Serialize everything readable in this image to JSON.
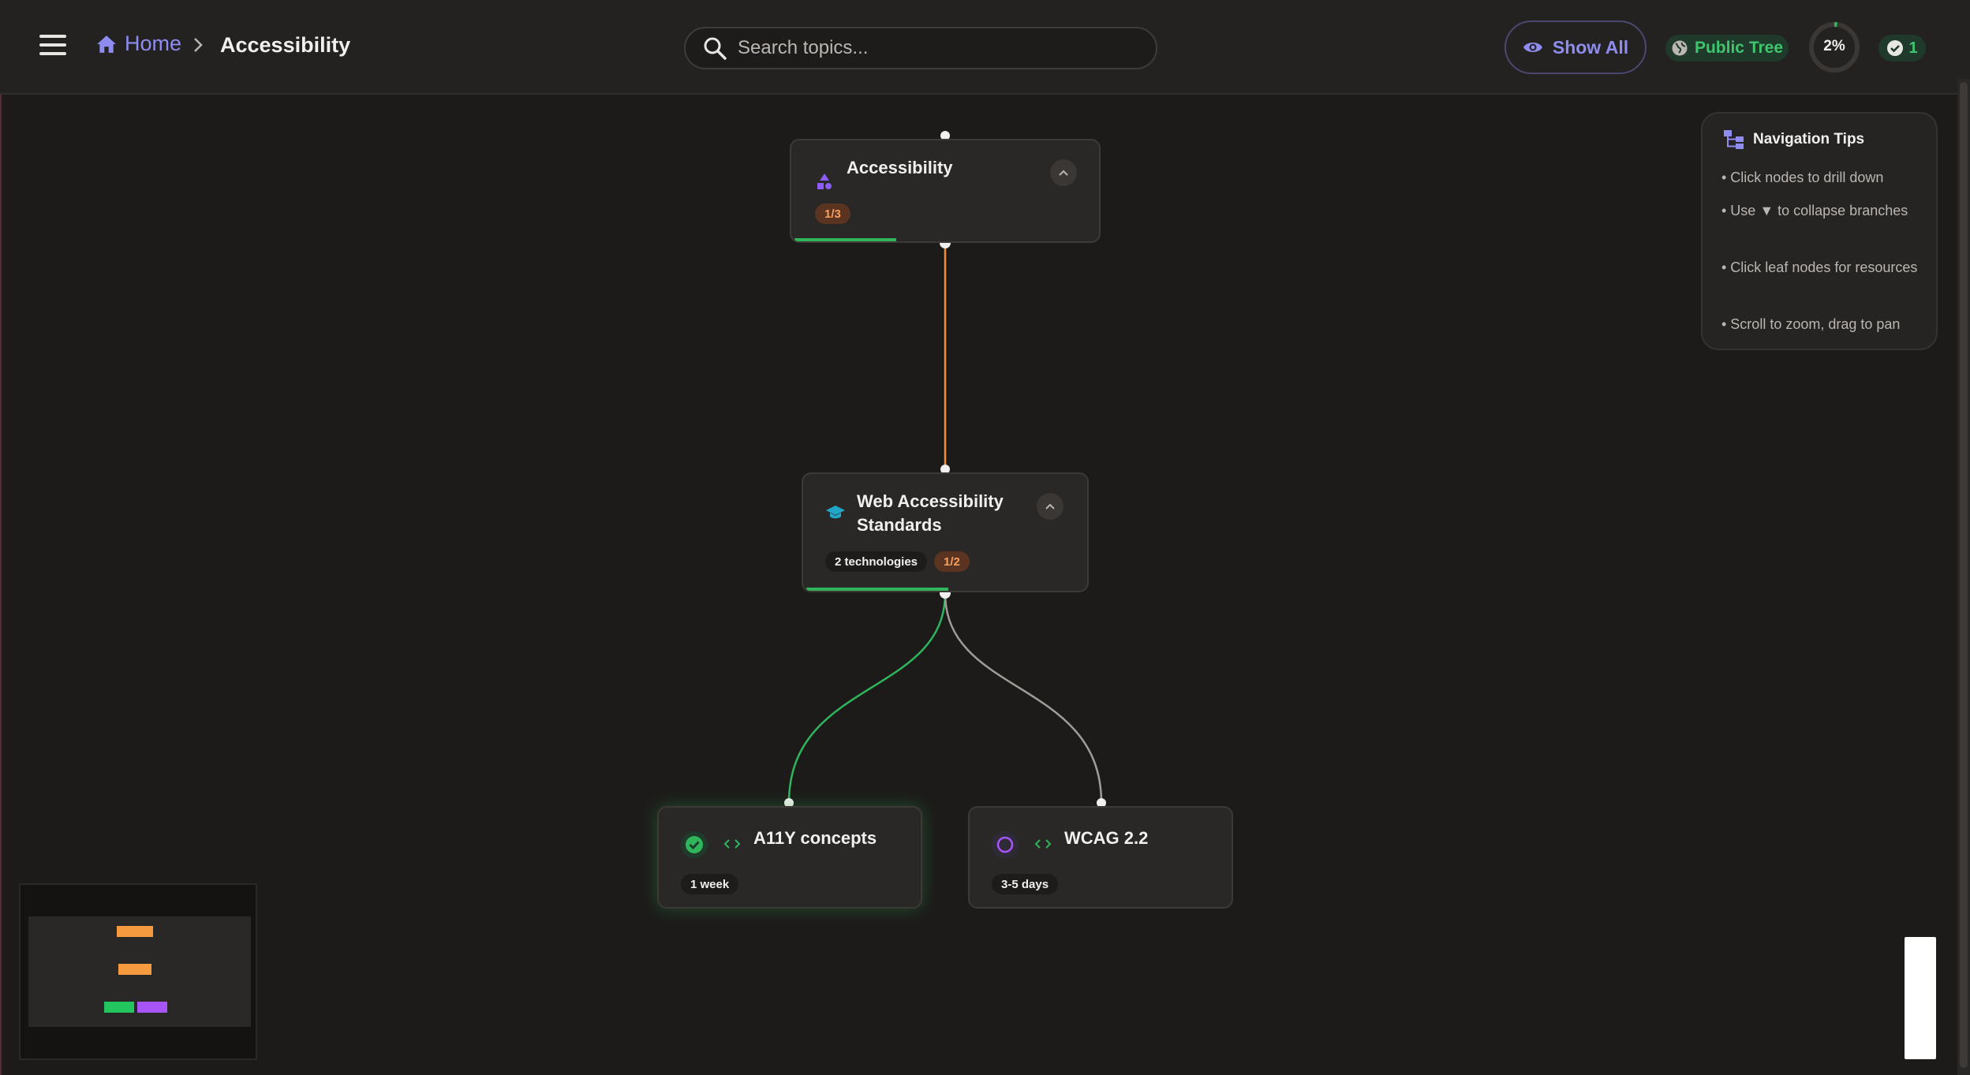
{
  "header": {
    "breadcrumb_home": "Home",
    "breadcrumb_current": "Accessibility",
    "search_placeholder": "Search topics...",
    "show_all_label": "Show All",
    "public_label": "Public Tree",
    "progress_label": "2%",
    "progress_fraction": 0.02,
    "completed_count": "1"
  },
  "nodes": {
    "root": {
      "title": "Accessibility",
      "count": "1/3",
      "progress_fraction": 0.33
    },
    "standards": {
      "title_line1": "Web Accessibility",
      "title_line2": "Standards",
      "tech_chip": "2 technologies",
      "count": "1/2",
      "progress_fraction": 0.5
    },
    "a11y": {
      "title": "A11Y concepts",
      "duration": "1 week",
      "status": "completed"
    },
    "wcag": {
      "title": "WCAG 2.2",
      "duration": "3-5 days",
      "status": "not-started"
    }
  },
  "tips": {
    "title": "Navigation Tips",
    "items": [
      "• Click nodes to drill down",
      "• Use ▼ to collapse branches",
      "• Click leaf nodes for resources",
      "• Scroll to zoom, drag to pan"
    ]
  },
  "colors": {
    "accent": "#8f8cf0",
    "success": "#2fb55c",
    "edge_active": "#f0913a",
    "edge_done": "#2fb55c",
    "edge_pending": "#a09c98",
    "mm_orange": "#f59a3e",
    "mm_green": "#22c55e",
    "mm_purple": "#a855f7"
  }
}
